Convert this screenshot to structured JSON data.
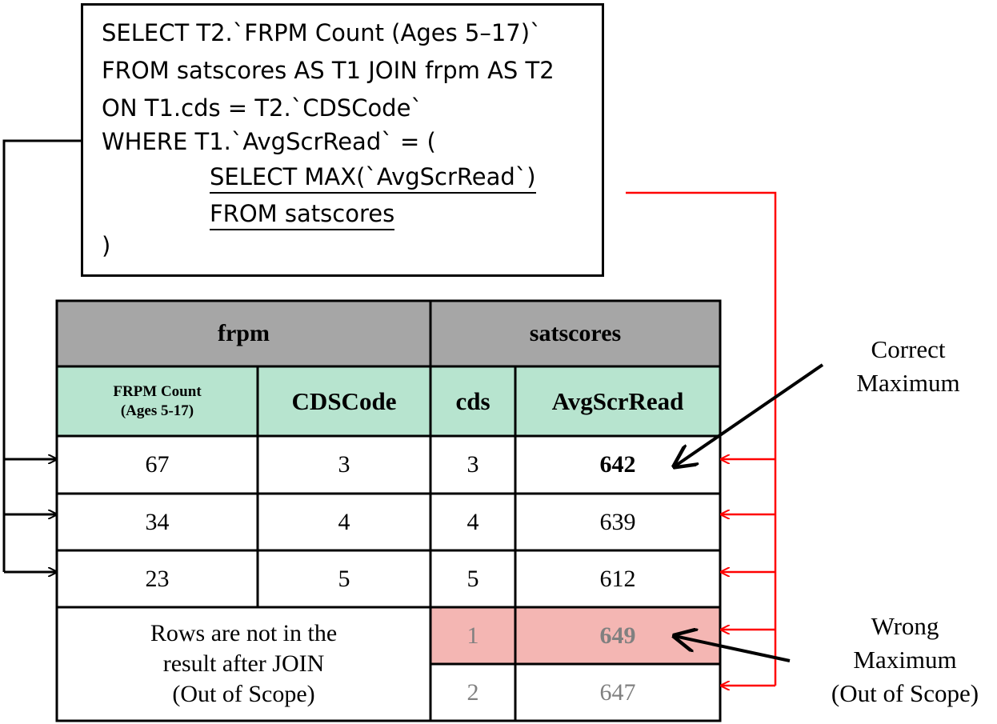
{
  "sql": {
    "line1": "SELECT T2.`FRPM Count (Ages 5–17)`",
    "line2": "FROM satscores AS T1 JOIN frpm AS T2",
    "line3": "ON T1.cds = T2.`CDSCode`",
    "line4": "WHERE T1.`AvgScrRead` = (",
    "sub1": "SELECT MAX(`AvgScrRead`)",
    "sub2": "FROM satscores",
    "line5": ")"
  },
  "table": {
    "group_frpm": "frpm",
    "group_satscores": "satscores",
    "col_frpm_count_line1": "FRPM Count",
    "col_frpm_count_line2": "(Ages 5-17)",
    "col_cdscode": "CDSCode",
    "col_cds": "cds",
    "col_avgscrread": "AvgScrRead",
    "joined_rows": [
      {
        "frpm_count": "67",
        "cdscode": "3",
        "cds": "3",
        "avg": "642"
      },
      {
        "frpm_count": "34",
        "cdscode": "4",
        "cds": "4",
        "avg": "639"
      },
      {
        "frpm_count": "23",
        "cdscode": "5",
        "cds": "5",
        "avg": "612"
      }
    ],
    "out_of_scope_rows": [
      {
        "cds": "1",
        "avg": "649"
      },
      {
        "cds": "2",
        "avg": "647"
      }
    ],
    "out_of_scope_note_line1": "Rows are not in the",
    "out_of_scope_note_line2": "result after JOIN",
    "out_of_scope_note_line3": "(Out of Scope)"
  },
  "annotations": {
    "correct_line1": "Correct",
    "correct_line2": "Maximum",
    "wrong_line1": "Wrong",
    "wrong_line2": "Maximum",
    "wrong_line3": "(Out of Scope)"
  },
  "colors": {
    "group_header_bg": "#a6a6a6",
    "column_header_bg": "#b7e4cf",
    "wrong_highlight_bg": "#f4b6b3",
    "subquery_arrow": "#ff0000",
    "join_arrow": "#000000",
    "out_of_scope_text": "#808080"
  }
}
